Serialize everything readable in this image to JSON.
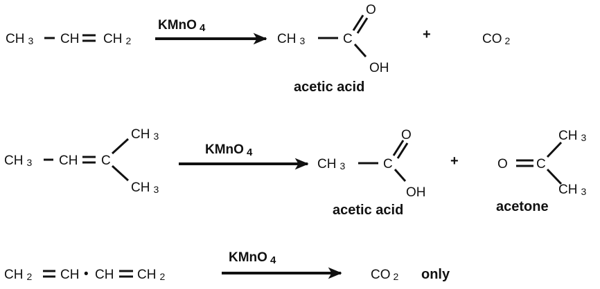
{
  "reagent": "KMnO",
  "reagent_sub": "4",
  "reaction1": {
    "ch3": "CH",
    "ch3_sub": "3",
    "ch": "CH",
    "ch2": "CH",
    "ch2_sub": "2",
    "prod_ch3": "CH",
    "prod_ch3_sub": "3",
    "prod_c": "C",
    "prod_o": "O",
    "prod_oh": "OH",
    "prod_label": "acetic acid",
    "plus": "+",
    "co2": "CO",
    "co2_sub": "2"
  },
  "reaction2": {
    "ch3": "CH",
    "ch3_sub": "3",
    "ch": "CH",
    "c": "C",
    "top_ch3": "CH",
    "top_ch3_sub": "3",
    "bot_ch3": "CH",
    "bot_ch3_sub": "3",
    "prod_ch3": "CH",
    "prod_ch3_sub": "3",
    "prod_c": "C",
    "prod_o": "O",
    "prod_oh": "OH",
    "prod_label": "acetic acid",
    "plus": "+",
    "acetone_o": "O",
    "acetone_c": "C",
    "acetone_top": "CH",
    "acetone_top_sub": "3",
    "acetone_bot": "CH",
    "acetone_bot_sub": "3",
    "acetone_label": "acetone"
  },
  "reaction3": {
    "ch2a": "CH",
    "ch2a_sub": "2",
    "cha": "CH",
    "dot": "•",
    "chb": "CH",
    "ch2b": "CH",
    "ch2b_sub": "2",
    "co2": "CO",
    "co2_sub": "2",
    "only": "only"
  }
}
